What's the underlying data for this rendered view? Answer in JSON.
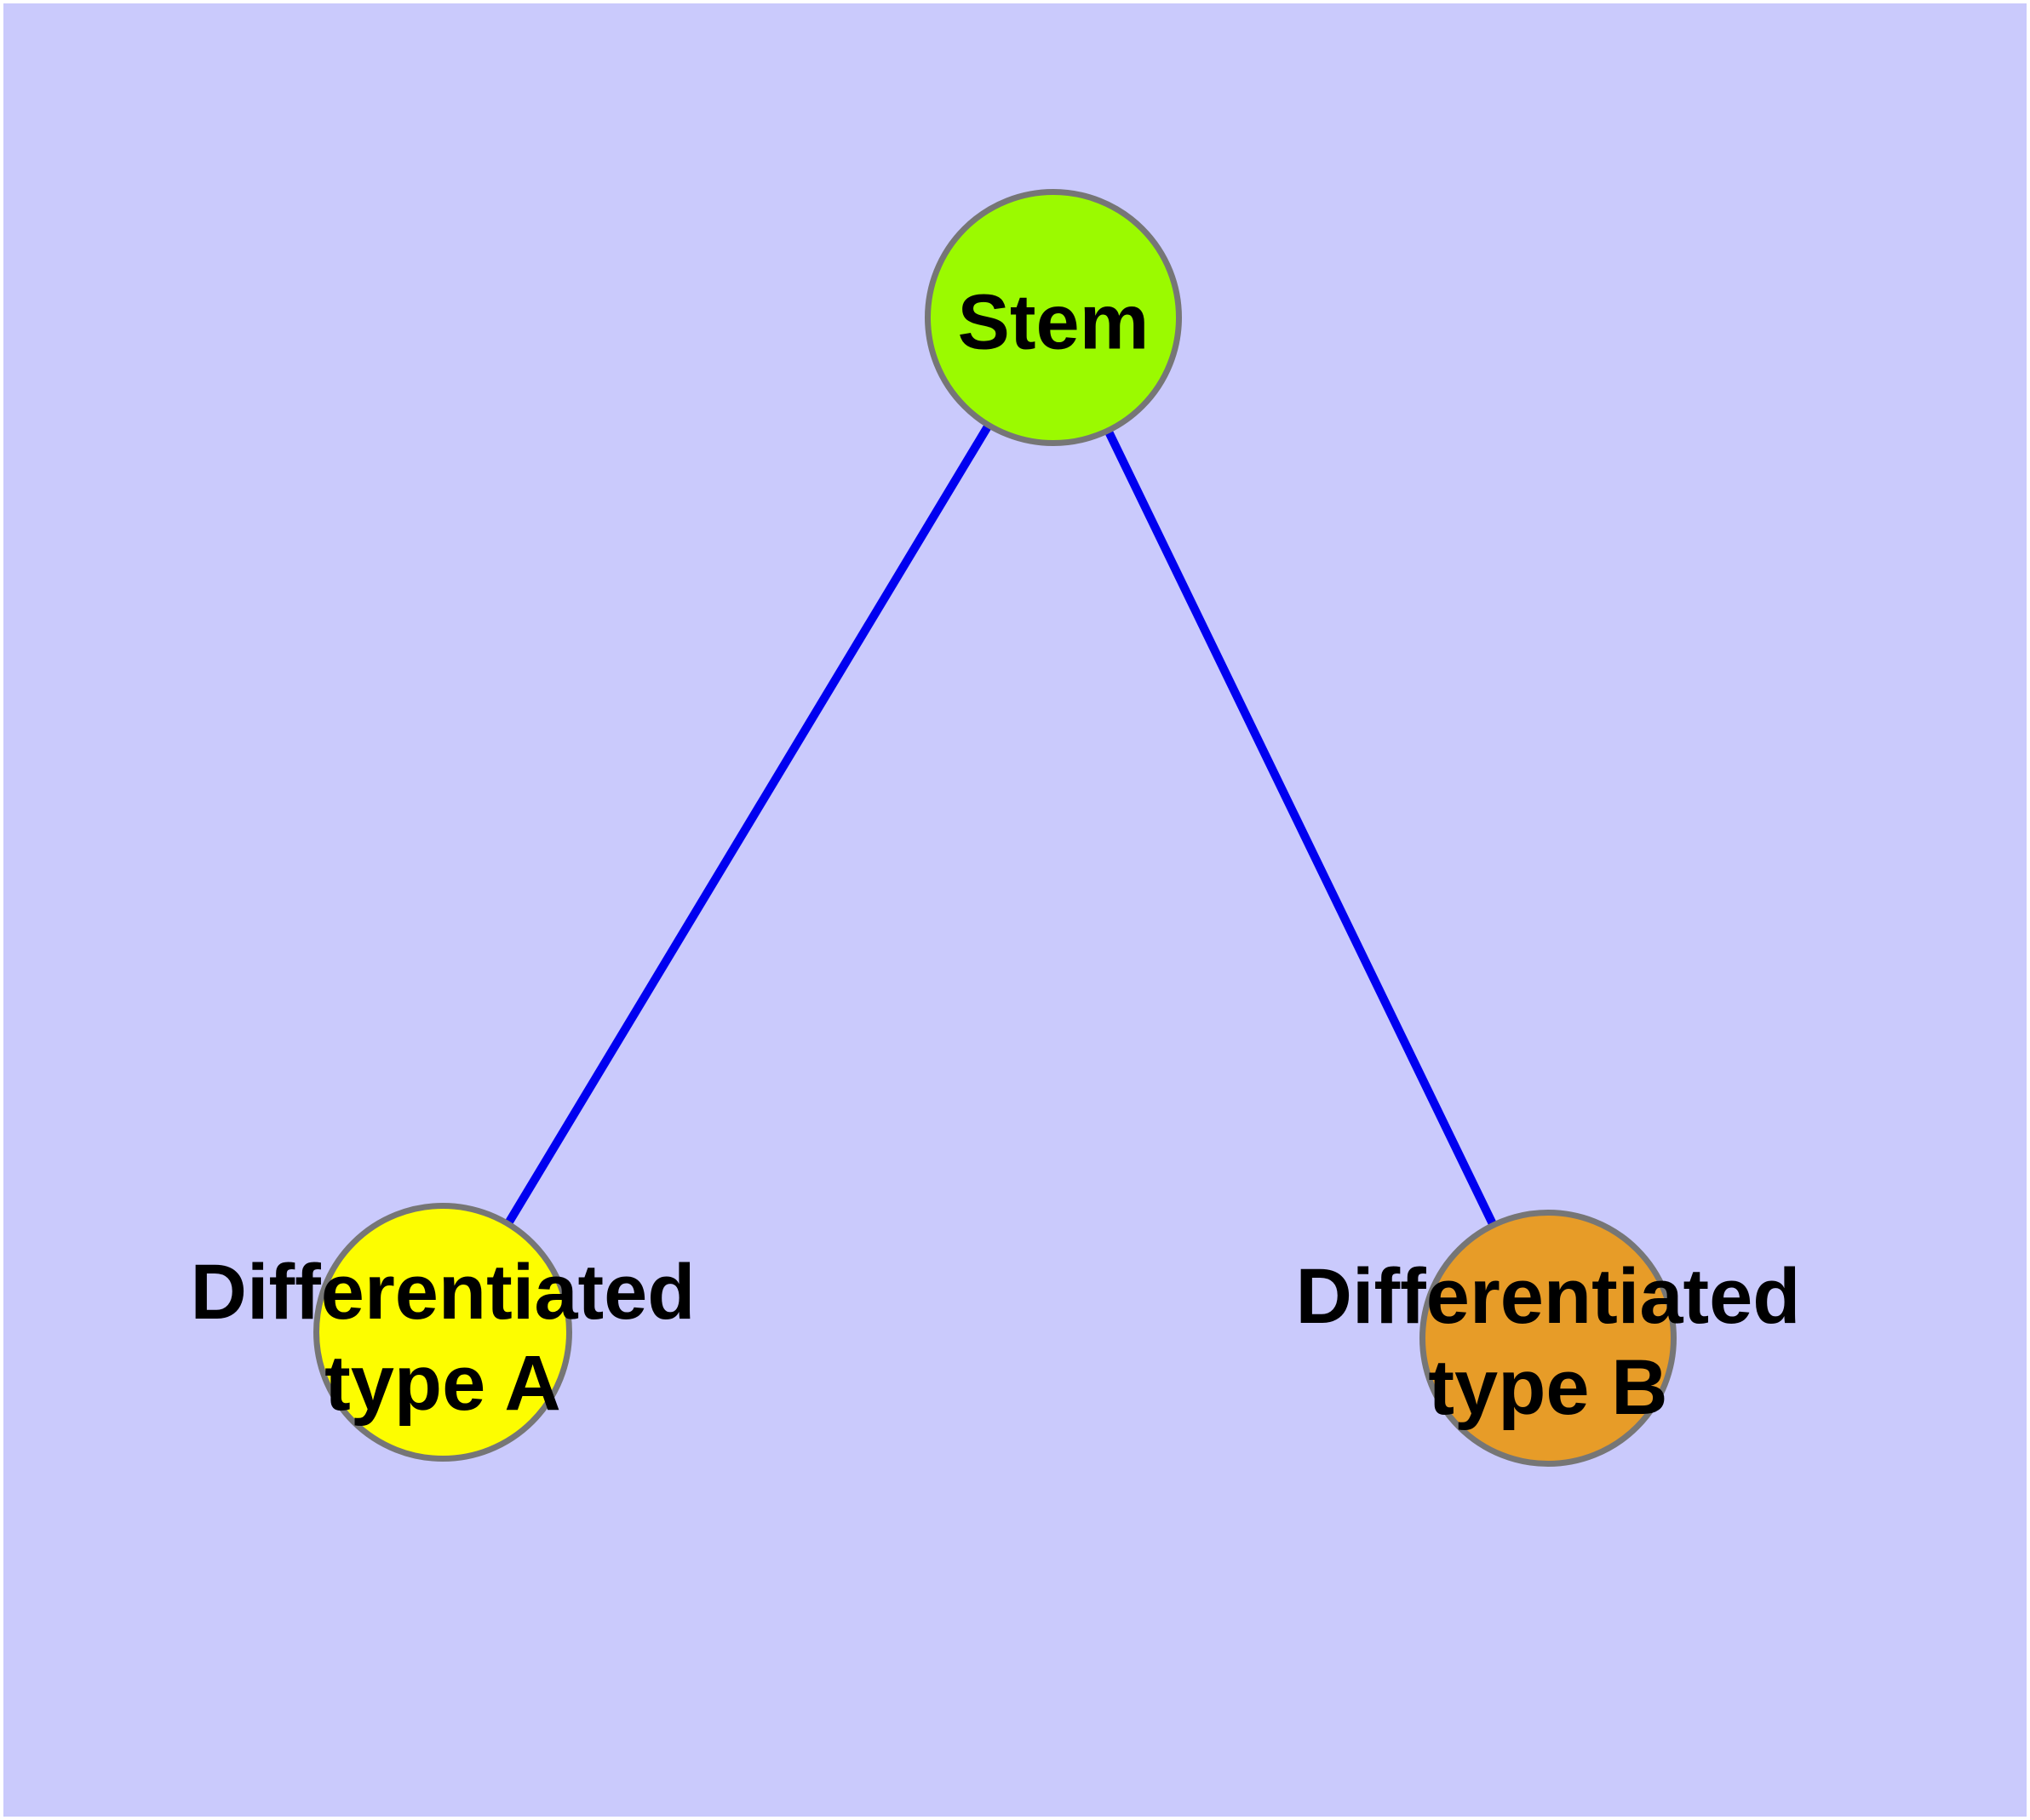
{
  "diagram": {
    "background_color": "#cacafc",
    "frame_color": "#ffffff",
    "edge_color": "#0000f0",
    "node_border_color": "#767676",
    "text_color": "#000000",
    "nodes": {
      "stem": {
        "label": "Stem",
        "fill_color": "#9bfa00"
      },
      "type_a": {
        "label": "Differentiated type A",
        "label_lines": [
          "Differentiated",
          "type A"
        ],
        "fill_color": "#fdfd00"
      },
      "type_b": {
        "label": "Differentiated type B",
        "label_lines": [
          "Differentiated",
          "type B"
        ],
        "fill_color": "#e79c28"
      }
    },
    "edges": [
      {
        "from": "Stem",
        "to": "Differentiated type A"
      },
      {
        "from": "Stem",
        "to": "Differentiated type B"
      }
    ]
  }
}
